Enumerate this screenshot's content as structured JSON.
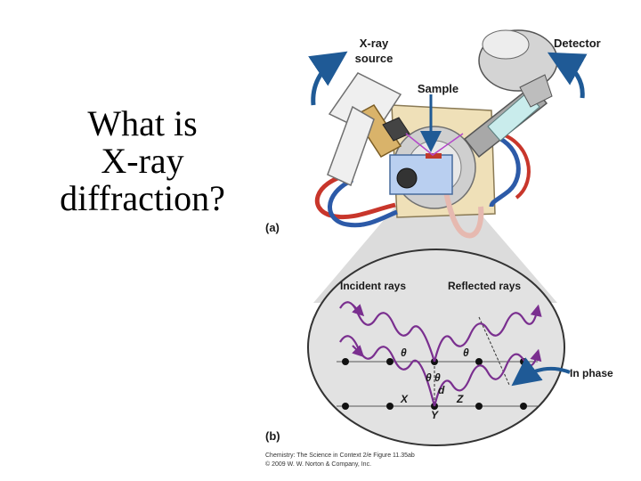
{
  "slide": {
    "title_lines": [
      "What is",
      "X-ray",
      "diffraction?"
    ]
  },
  "figure": {
    "part_a": {
      "panel_label": "(a)",
      "source_label_lines": [
        "X-ray",
        "source"
      ],
      "detector_label": "Detector",
      "sample_label": "Sample"
    },
    "part_b": {
      "panel_label": "(b)",
      "incident_label": "Incident rays",
      "reflected_label": "Reflected rays",
      "in_phase_label": "In phase",
      "theta": "θ",
      "theta_pair": "θ θ",
      "spacing": "d",
      "point_x": "X",
      "point_y": "Y",
      "point_z": "Z"
    },
    "credit_lines": [
      "Chemistry: The Science in Context  2/e  Figure 11.35ab",
      "© 2009 W. W. Norton & Company, Inc."
    ]
  },
  "colors": {
    "arrow_blue": "#1f5a96",
    "wave_purple": "#7a2f8f",
    "base_tan": "#efe0b8",
    "lens_fill": "#e2e2e2"
  }
}
